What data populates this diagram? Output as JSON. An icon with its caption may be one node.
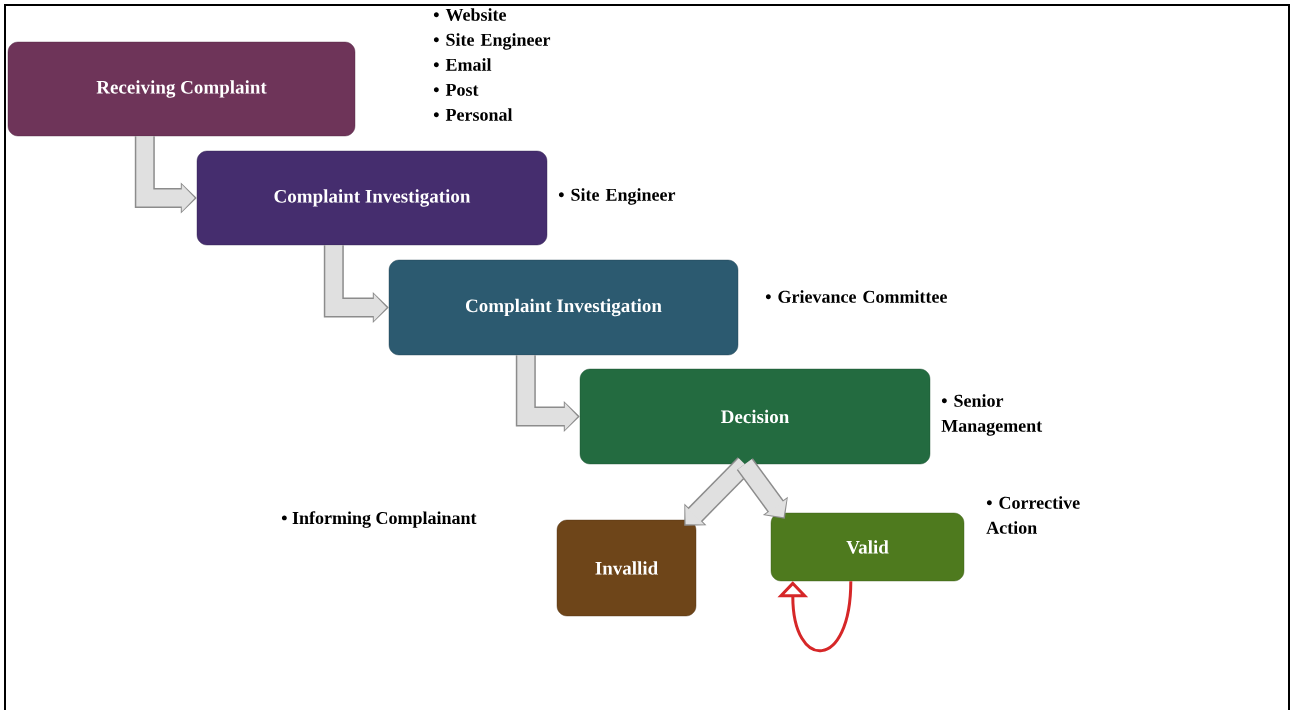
{
  "diagram": {
    "nodes": [
      {
        "text": [
          "Receiving Complaint"
        ],
        "beside": [
          "• Website",
          "• Site Engineer",
          "• Email",
          "• Post",
          "• Personal"
        ]
      },
      {
        "text": [
          "Complaint Investigation"
        ],
        "beside": [
          "• Site Engineer"
        ]
      },
      {
        "text": [
          "Complaint Investigation"
        ],
        "beside": [
          "• Grievance Committee"
        ]
      },
      {
        "text": [
          "Decision"
        ],
        "beside": [
          "• Senior Management"
        ]
      },
      {
        "text": [
          "Invallid"
        ]
      },
      {
        "text": [
          "Valid"
        ],
        "beside": [
          "• Corrective Action"
        ]
      }
    ],
    "edges": [
      {
        "from": 0,
        "to": 1,
        "arrow": "to"
      },
      {
        "from": 1,
        "to": 2,
        "arrow": "to"
      },
      {
        "from": 2,
        "to": 3,
        "arrow": "to"
      },
      {
        "from": 3,
        "to": 4,
        "arrow": "to"
      },
      {
        "from": 3,
        "to": 5,
        "arrow": "to"
      },
      {
        "from": 5,
        "to": 5,
        "arrow": "to",
        "color": "#d62728"
      }
    ],
    "labels": [
      "• Informing Complainant"
    ]
  }
}
